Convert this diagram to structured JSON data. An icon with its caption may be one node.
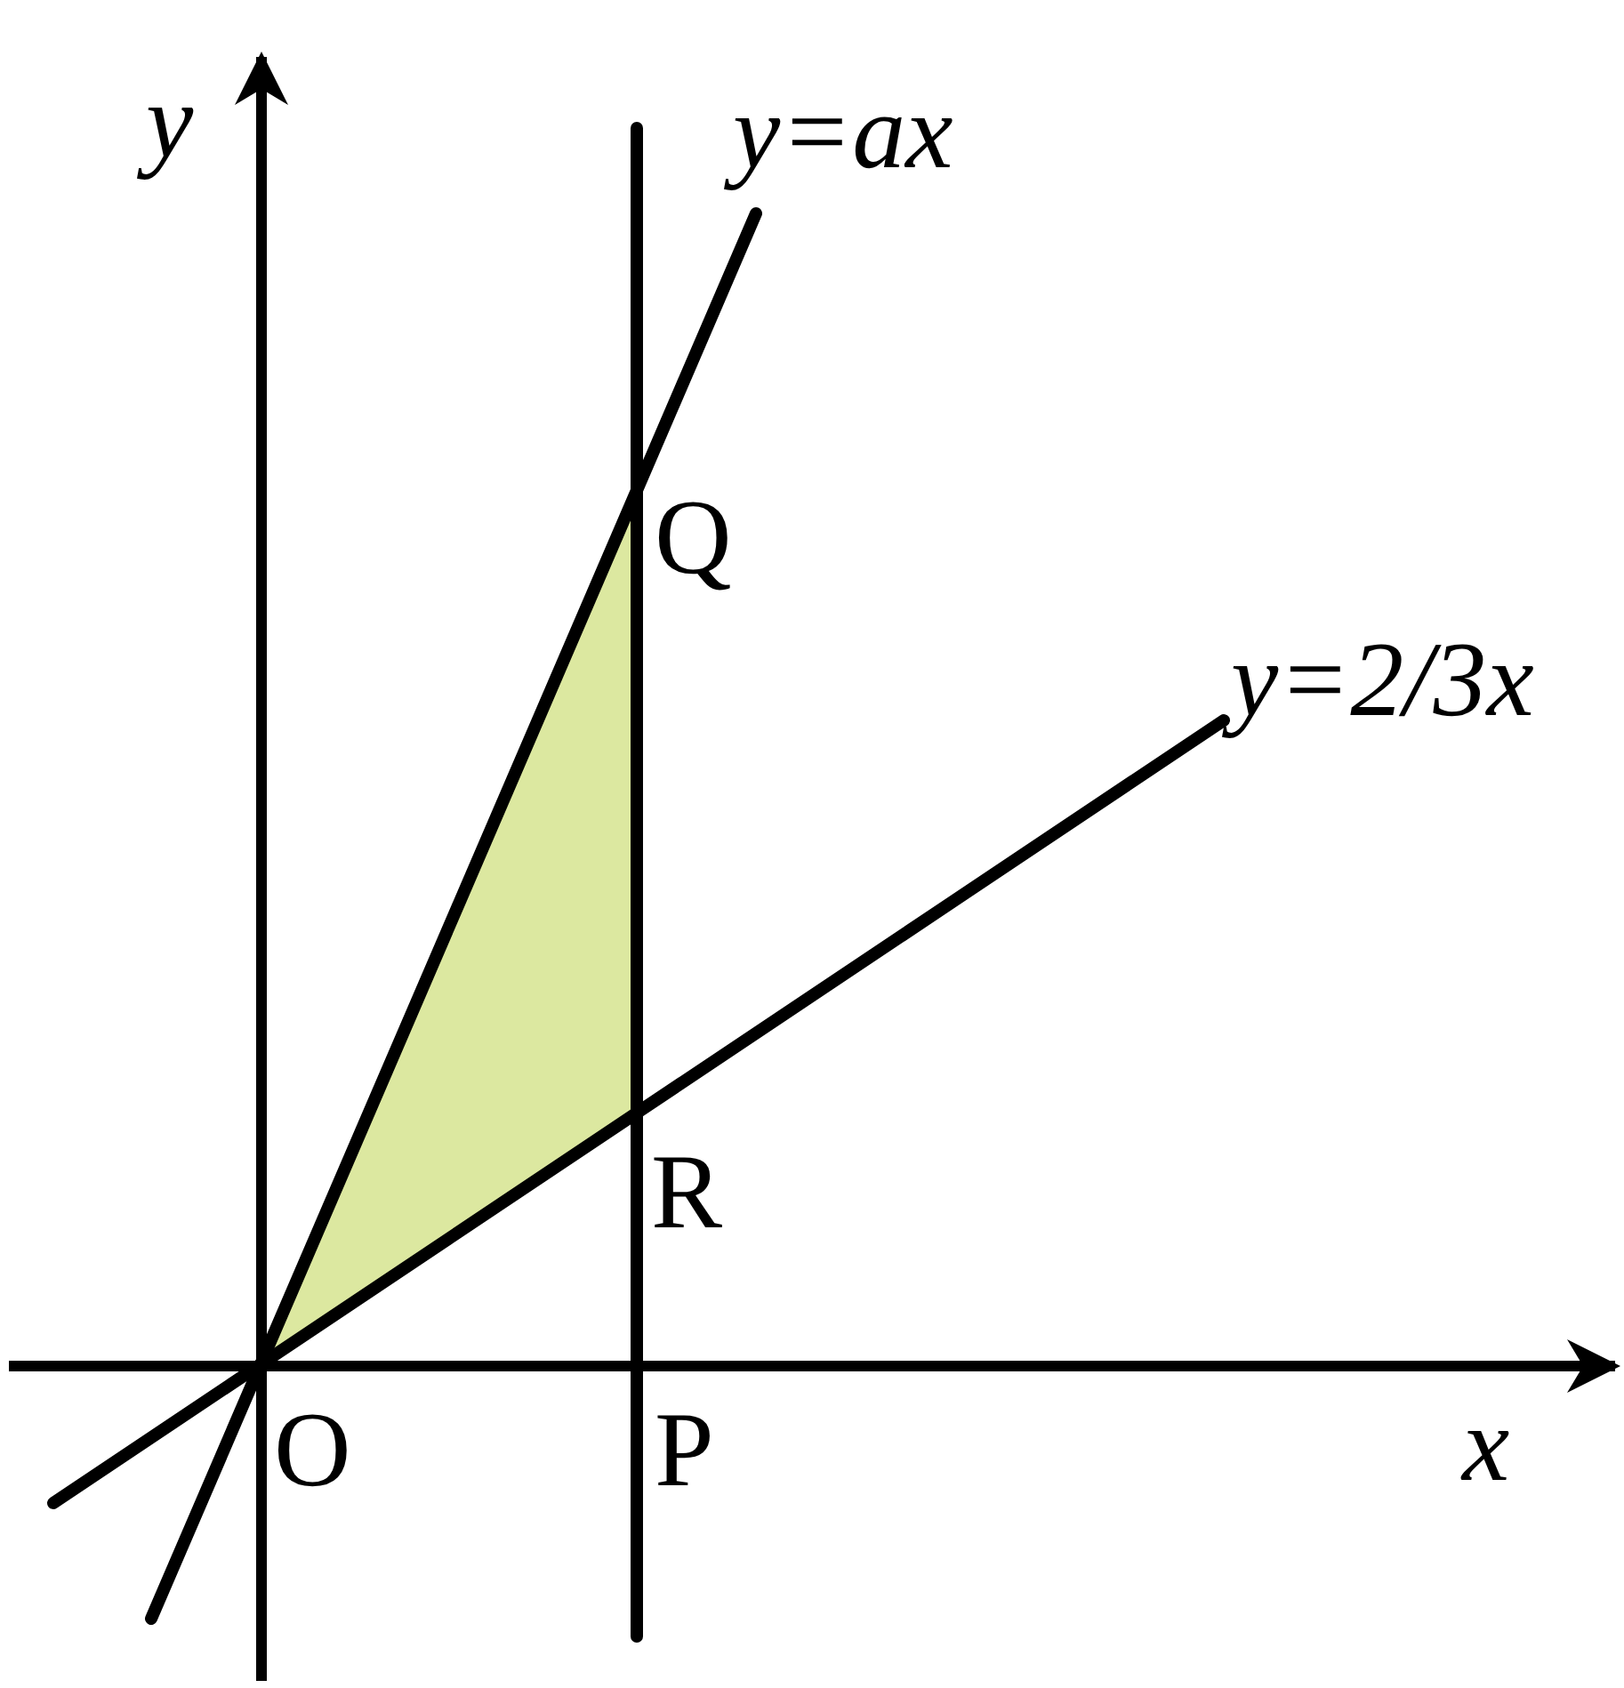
{
  "diagram": {
    "labels": [
      "y",
      "y=ax",
      "Q",
      "y=2/3x",
      "R",
      "O",
      "P",
      "x"
    ]
  }
}
